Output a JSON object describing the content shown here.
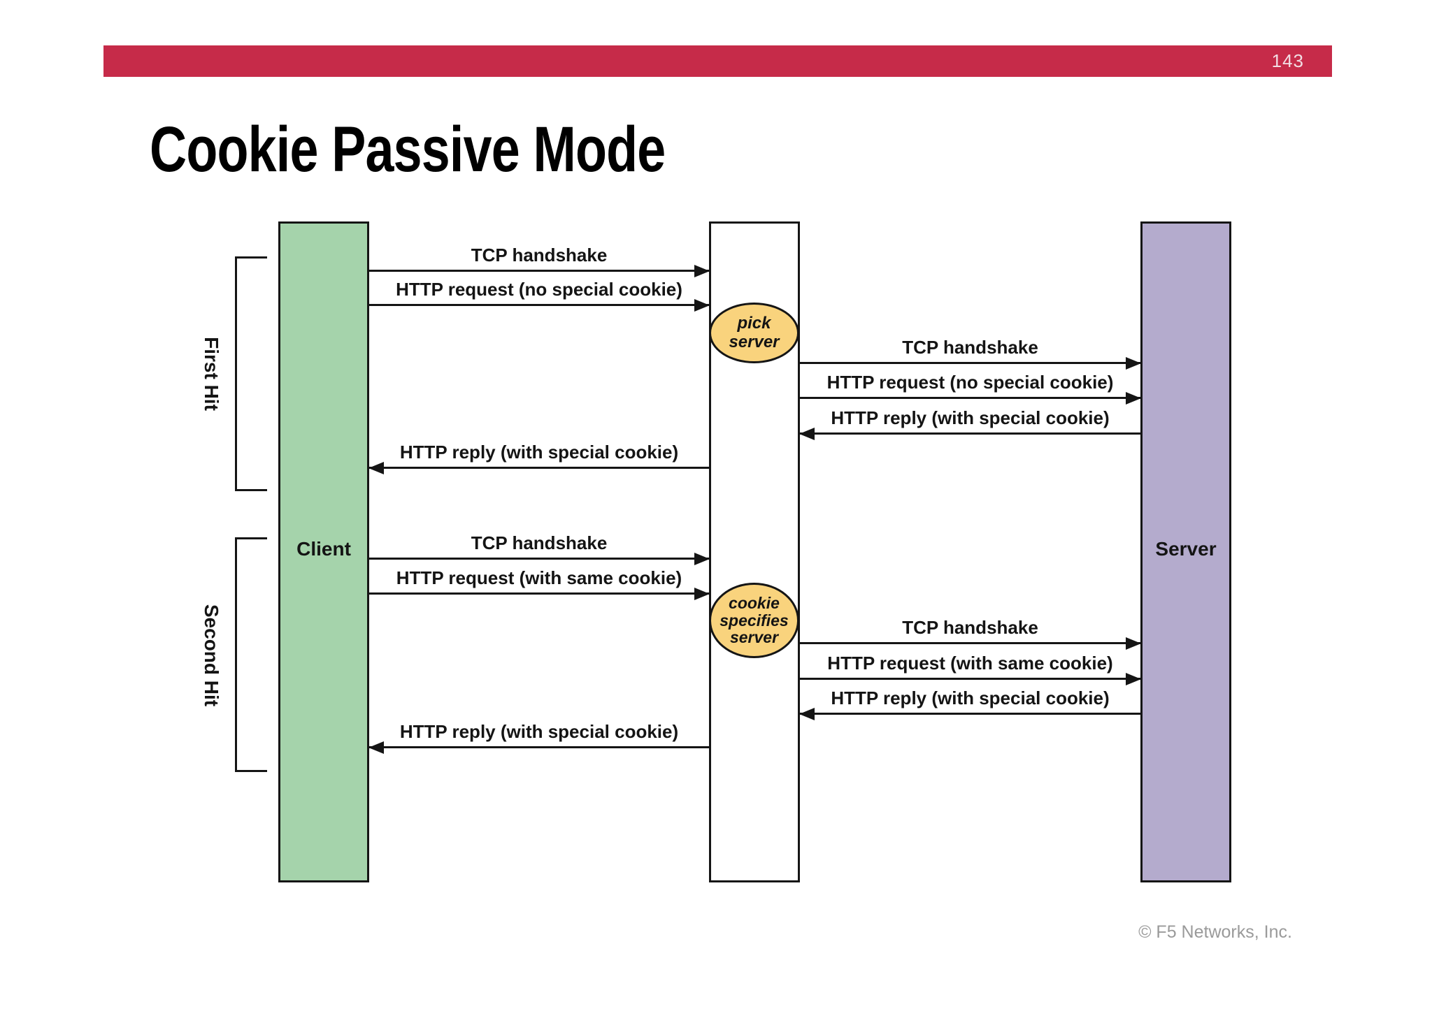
{
  "header": {
    "page_number": "143",
    "title": "Cookie Passive Mode"
  },
  "footer": {
    "copyright": "© F5 Networks, Inc."
  },
  "colors": {
    "accent_bar": "#c62b49",
    "client_box": "#a5d3ab",
    "server_box": "#b4abcd",
    "middle_box": "#ffffff",
    "bubble_fill": "#f9d37d",
    "line_black": "#151515",
    "footer_gray": "#9a9a9a"
  },
  "diagram": {
    "actors": {
      "client": "Client",
      "server": "Server"
    },
    "phases": {
      "first": "First Hit",
      "second": "Second Hit"
    },
    "bubbles": {
      "pick_server": "pick\nserver",
      "cookie_specifies": "cookie\nspecifies\nserver"
    },
    "messages": [
      {
        "phase": "First Hit",
        "span": "client-to-middle",
        "direction": "right",
        "label": "TCP handshake"
      },
      {
        "phase": "First Hit",
        "span": "client-to-middle",
        "direction": "right",
        "label": "HTTP request (no special cookie)"
      },
      {
        "phase": "First Hit",
        "span": "middle-to-server",
        "direction": "right",
        "label": "TCP handshake"
      },
      {
        "phase": "First Hit",
        "span": "middle-to-server",
        "direction": "right",
        "label": "HTTP request (no special cookie)"
      },
      {
        "phase": "First Hit",
        "span": "middle-to-server",
        "direction": "left",
        "label": "HTTP reply (with special cookie)"
      },
      {
        "phase": "First Hit",
        "span": "client-to-middle",
        "direction": "left",
        "label": "HTTP reply (with special cookie)"
      },
      {
        "phase": "Second Hit",
        "span": "client-to-middle",
        "direction": "right",
        "label": "TCP handshake"
      },
      {
        "phase": "Second Hit",
        "span": "client-to-middle",
        "direction": "right",
        "label": "HTTP request (with same cookie)"
      },
      {
        "phase": "Second Hit",
        "span": "middle-to-server",
        "direction": "right",
        "label": "TCP handshake"
      },
      {
        "phase": "Second Hit",
        "span": "middle-to-server",
        "direction": "right",
        "label": "HTTP request (with same cookie)"
      },
      {
        "phase": "Second Hit",
        "span": "middle-to-server",
        "direction": "left",
        "label": "HTTP reply (with special cookie)"
      },
      {
        "phase": "Second Hit",
        "span": "client-to-middle",
        "direction": "left",
        "label": "HTTP reply (with special cookie)"
      }
    ]
  }
}
